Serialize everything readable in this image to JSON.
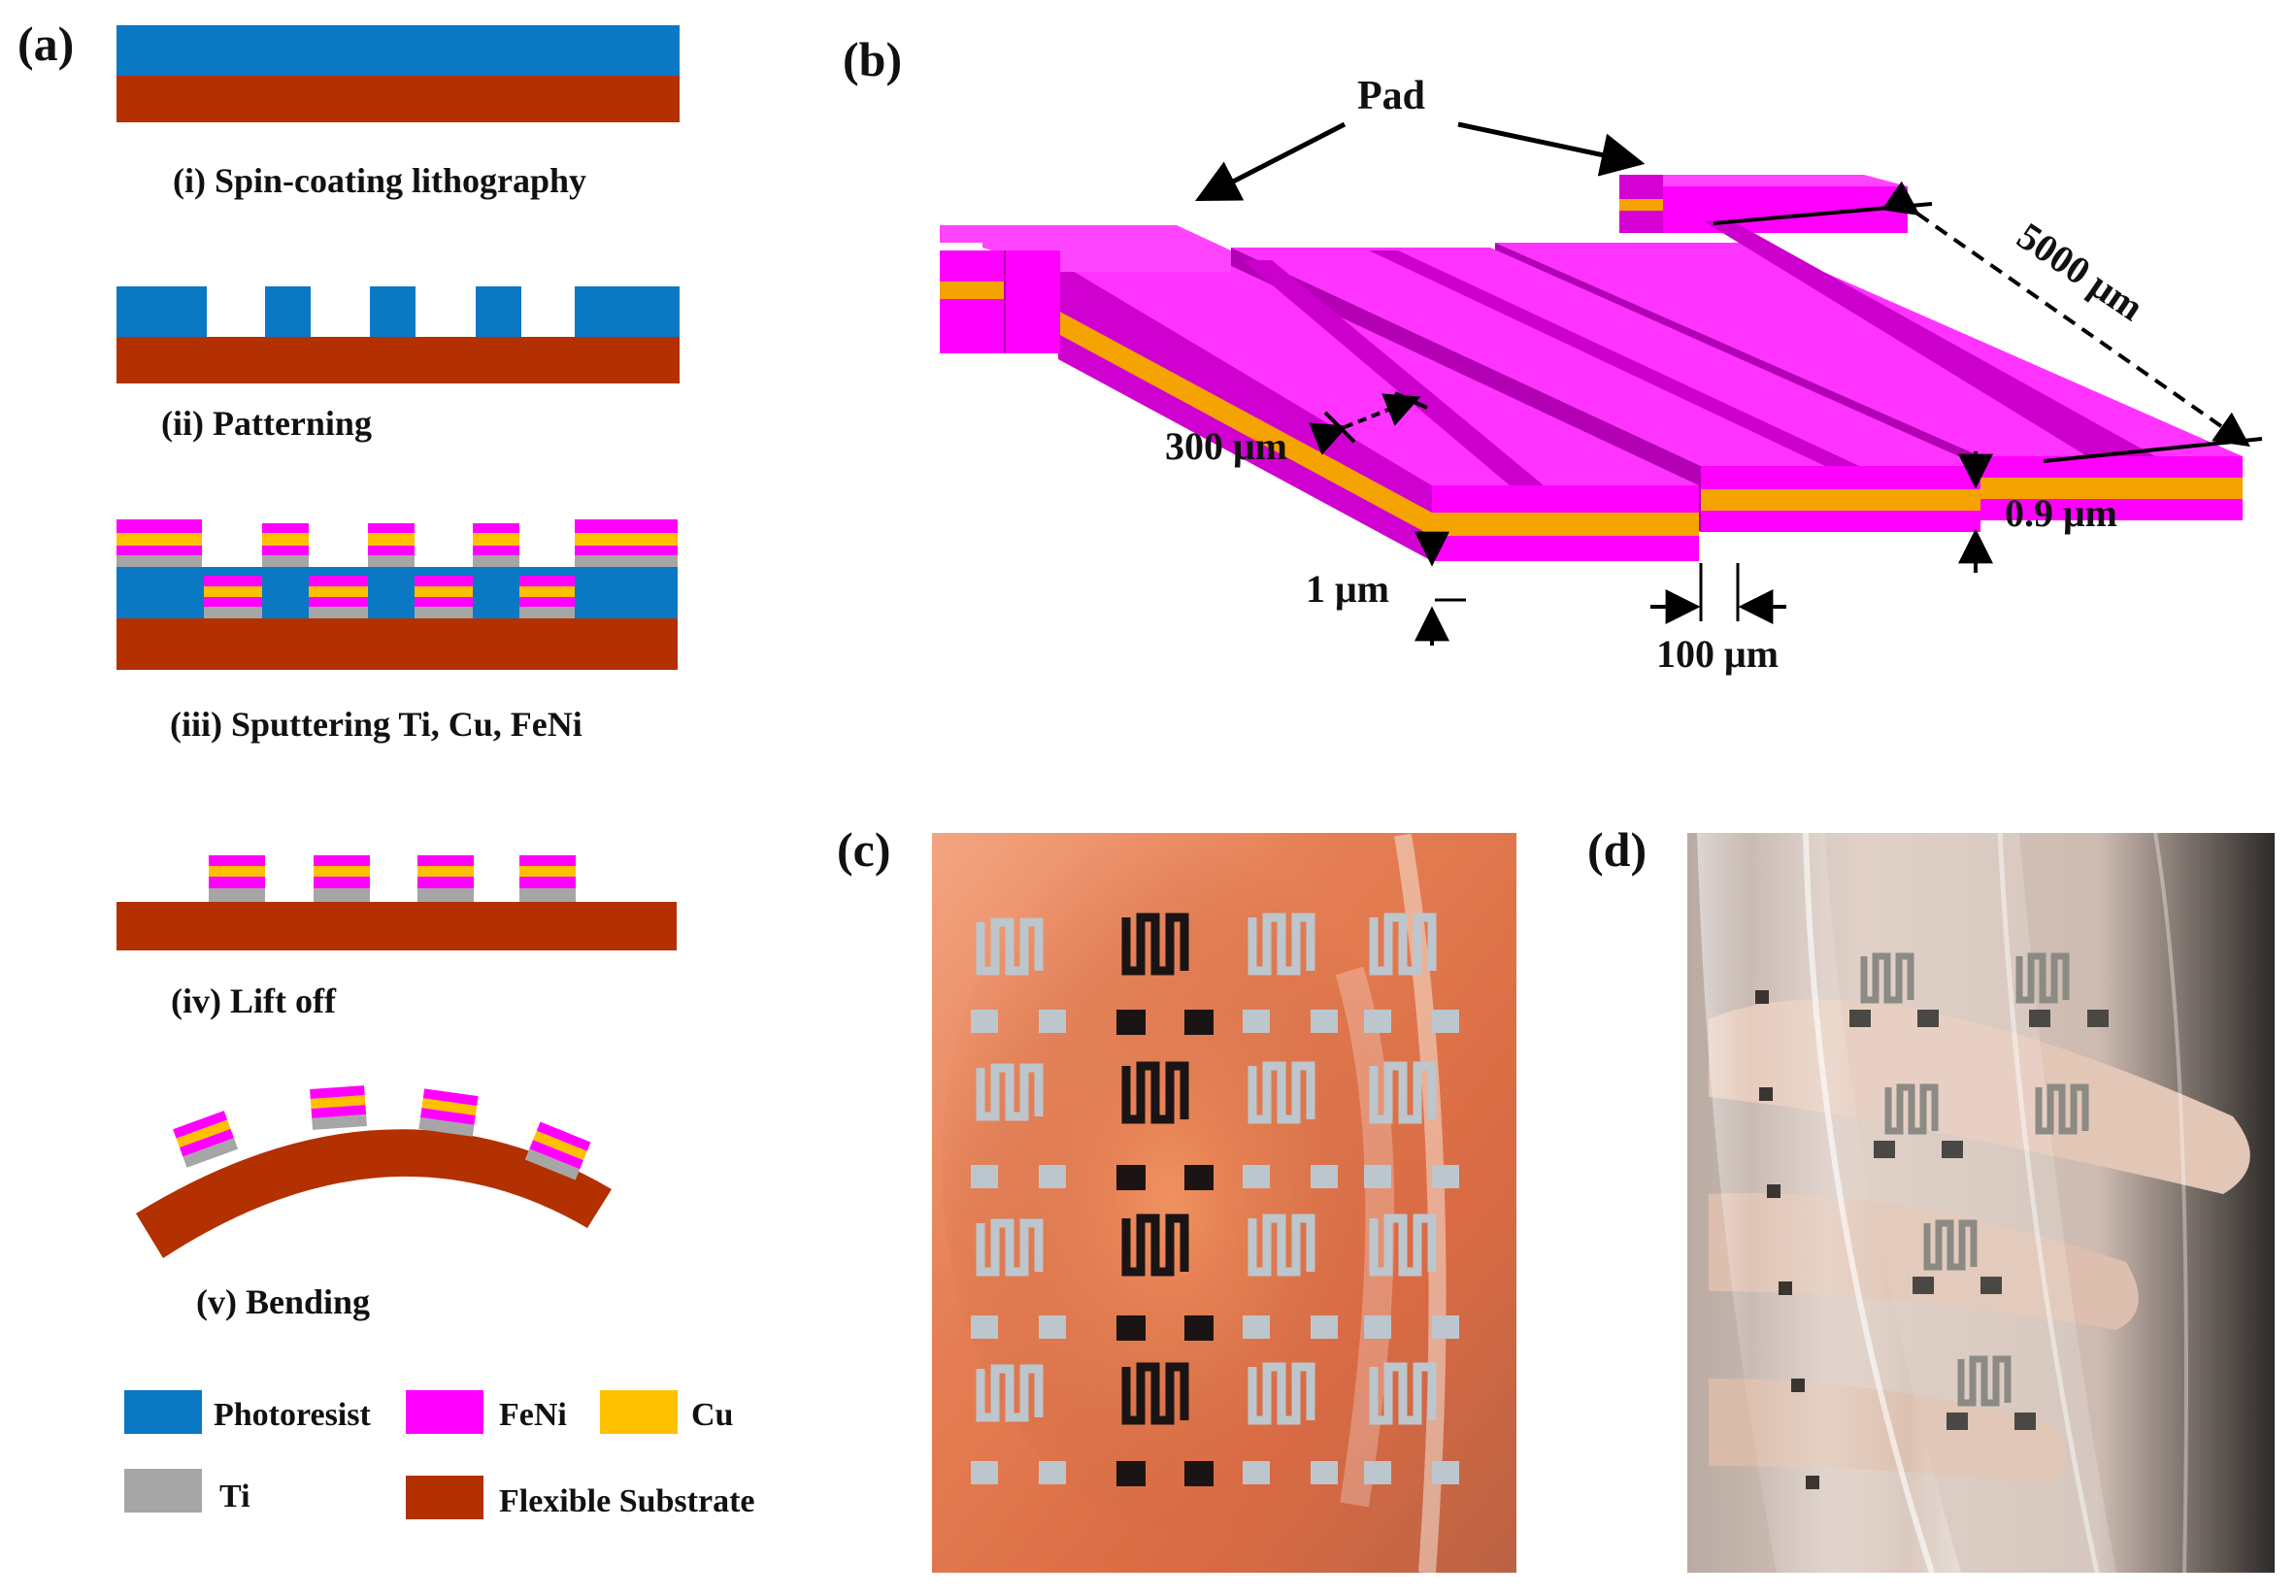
{
  "panel_a": {
    "label": "(a)",
    "steps": [
      {
        "caption": "(i) Spin-coating lithography"
      },
      {
        "caption": "(ii) Patterning"
      },
      {
        "caption": "(iii) Sputtering Ti, Cu, FeNi"
      },
      {
        "caption": "(iv) Lift off"
      },
      {
        "caption": "(v) Bending"
      }
    ],
    "legend": [
      {
        "name": "Photoresist",
        "color": "#0b78c4"
      },
      {
        "name": "FeNi",
        "color": "#ff00ff"
      },
      {
        "name": "Cu",
        "color": "#ffc000"
      },
      {
        "name": "Ti",
        "color": "#a6a6a6"
      },
      {
        "name": "Flexible Substrate",
        "color": "#b33000"
      }
    ]
  },
  "panel_b": {
    "label": "(b)",
    "pad_label": "Pad",
    "dimensions": {
      "length": "5000 μm",
      "width": "300 μm",
      "gap": "100 μm",
      "fe_ni_thickness": "1 μm",
      "cu_thickness": "0.9 μm"
    },
    "colors": {
      "fe_ni": "#ff00ff",
      "cu": "#f5a300"
    }
  },
  "panel_c": {
    "label": "(c)"
  },
  "panel_d": {
    "label": "(d)"
  }
}
